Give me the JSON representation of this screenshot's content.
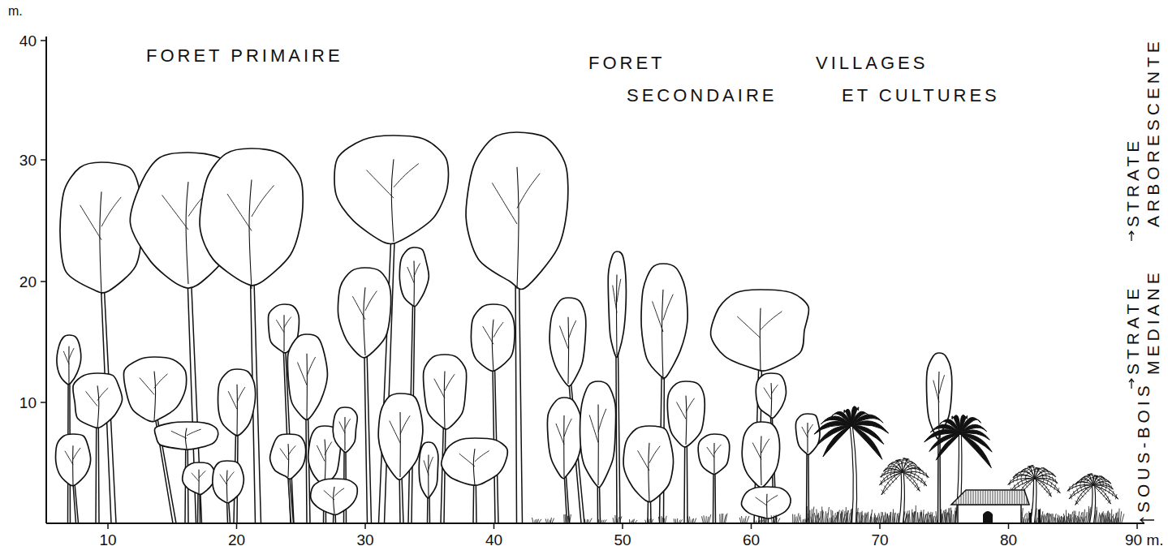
{
  "diagram": {
    "labels": [
      "m.",
      "40",
      "30",
      "20",
      "10",
      "10",
      "20",
      "30",
      "40",
      "50",
      "60",
      "70",
      "80",
      "90 m.",
      "FORET PRIMAIRE",
      "FORET SECONDAIRE",
      "VILLAGES ET CULTURES",
      "STRATE ARBORESCENTE",
      "STRATE MEDIANE",
      "SOUS-BOIS"
    ]
  }
}
